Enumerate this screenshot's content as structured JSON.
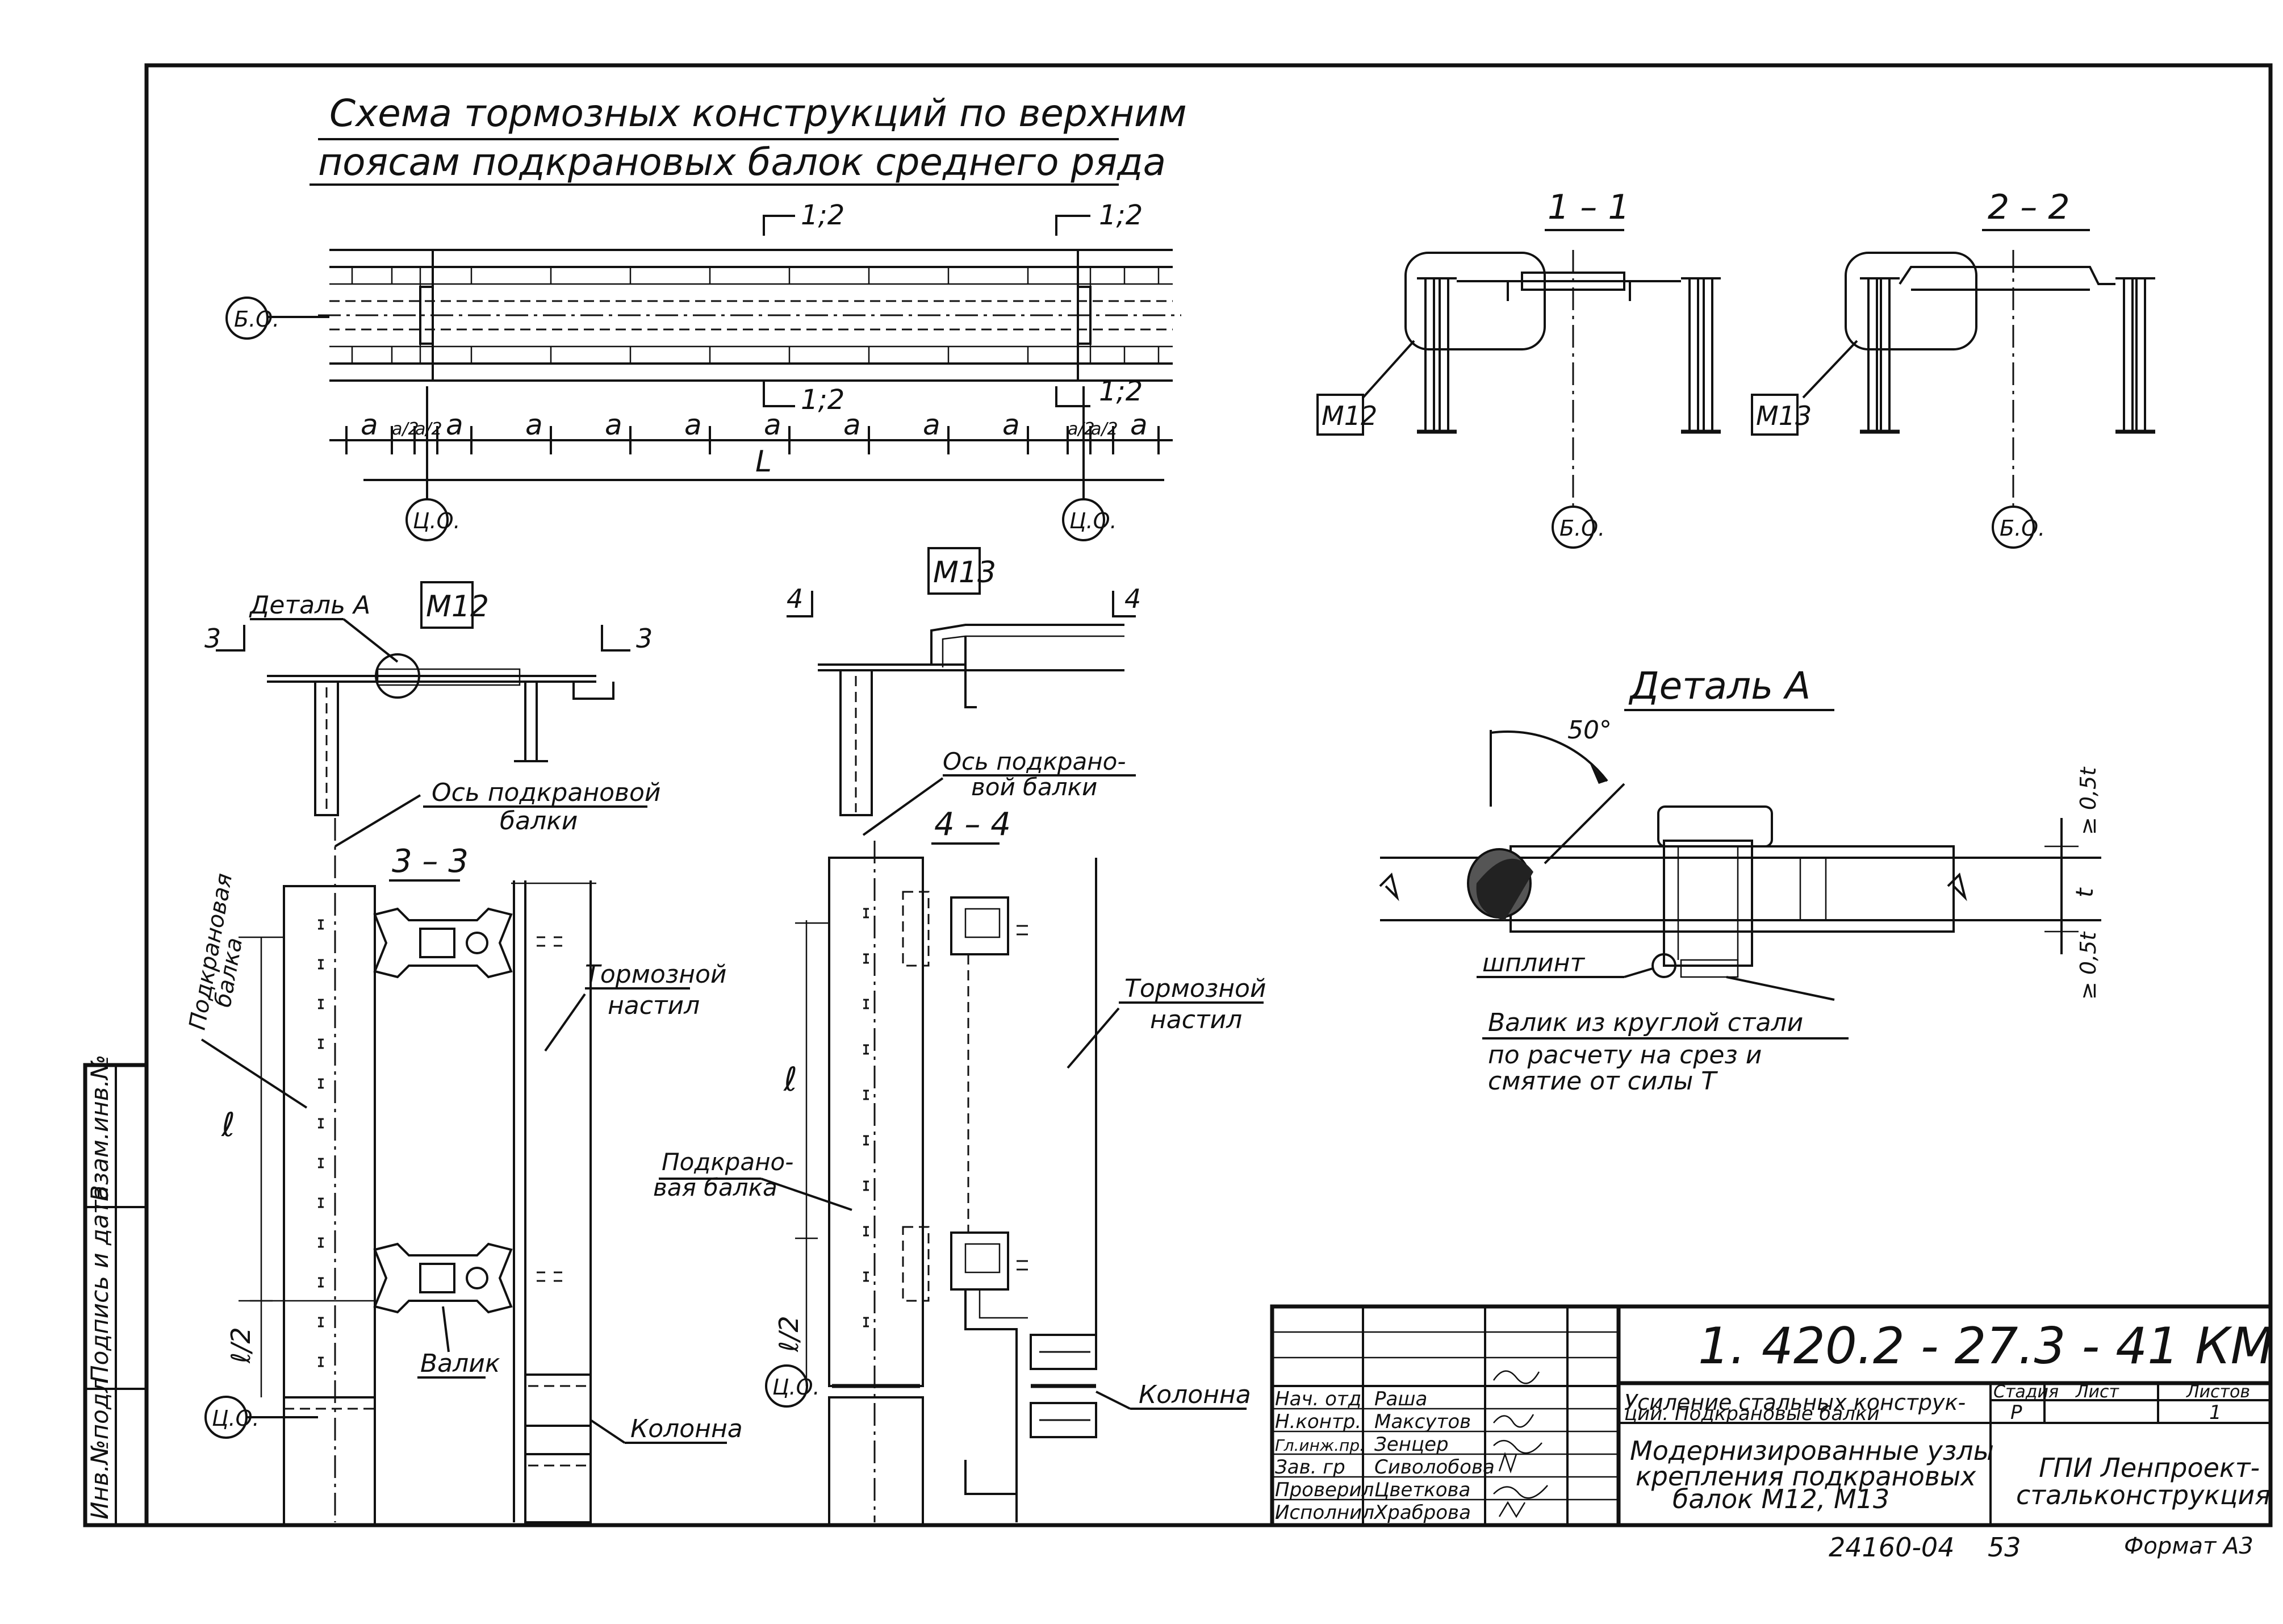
{
  "scheme_title": {
    "line1": "Схема тормозных конструкций по верхним",
    "line2": "поясам подкрановых балок среднего ряда"
  },
  "axes": {
    "bo": "Б.О.",
    "co": "Ц.О."
  },
  "scheme_labels": {
    "a": "a",
    "a_half": "a/2",
    "L": "L",
    "cut_1_2": "1;2"
  },
  "sections": {
    "s11": "1 – 1",
    "s22": "2 – 2",
    "s33": "3 – 3",
    "s44": "4 – 4",
    "cut3": "3",
    "cut4": "4"
  },
  "marks": {
    "m12": "М12",
    "m13": "М13"
  },
  "detail_a": {
    "title": "Деталь  А",
    "link": "Деталь А",
    "angle": "50°",
    "dim_05t_top": "≥ 0,5t",
    "dim_t": "t",
    "dim_05t_bot": "≥ 0,5t",
    "pin": "шплинт",
    "note1": "Валик из круглой стали",
    "note2": "по расчету на срез и",
    "note3": "смятие от силы Т"
  },
  "callouts": {
    "beam_axis_1": "Ось подкрановой",
    "beam_axis_2": "балки",
    "beam_axis_alt_1": "Ось подкрано-",
    "beam_axis_alt_2": "вой балки",
    "crane_beam_v1": "Подкрановая",
    "crane_beam_v2": "балка",
    "crane_beam_1": "Подкрано-",
    "crane_beam_2": "вая балка",
    "brake_1": "Тормозной",
    "brake_2": "настил",
    "roller": "Валик",
    "column": "Колонна",
    "ell": "ℓ",
    "ell_half": "ℓ/2"
  },
  "side_stamp": {
    "f1": "Инв.№подл",
    "f2": "Подпись и дата",
    "f3": "Взам.инв.№"
  },
  "title_block": {
    "doc_code": "1. 420.2 - 27.3 - 41 КМ",
    "roles": [
      {
        "role": "Нач. отд",
        "name": "Раша"
      },
      {
        "role": "Н.контр.",
        "name": "Максутов"
      },
      {
        "role": "Гл.инж.пр.",
        "name": "Зенцер"
      },
      {
        "role": "Зав. гр",
        "name": "Сиволобова"
      },
      {
        "role": "Проверил",
        "name": "Цветкова"
      },
      {
        "role": "Исполнил",
        "name": "Храброва"
      }
    ],
    "subject_1": "Усиление стальных конструк-",
    "subject_2": "ций.  Подкрановые балки",
    "stage_h": "Стадия",
    "sheet_h": "Лист",
    "sheets_h": "Листов",
    "stage": "Р",
    "sheet": "",
    "sheets": "1",
    "desc_1": "Модернизированные узлы",
    "desc_2": "крепления подкрановых",
    "desc_3": "балок  М12, М13",
    "org_1": "ГПИ Ленпроект-",
    "org_2": "стальконструкция",
    "inv_no": "24160-04",
    "page_no": "53",
    "format": "Формат А3"
  }
}
